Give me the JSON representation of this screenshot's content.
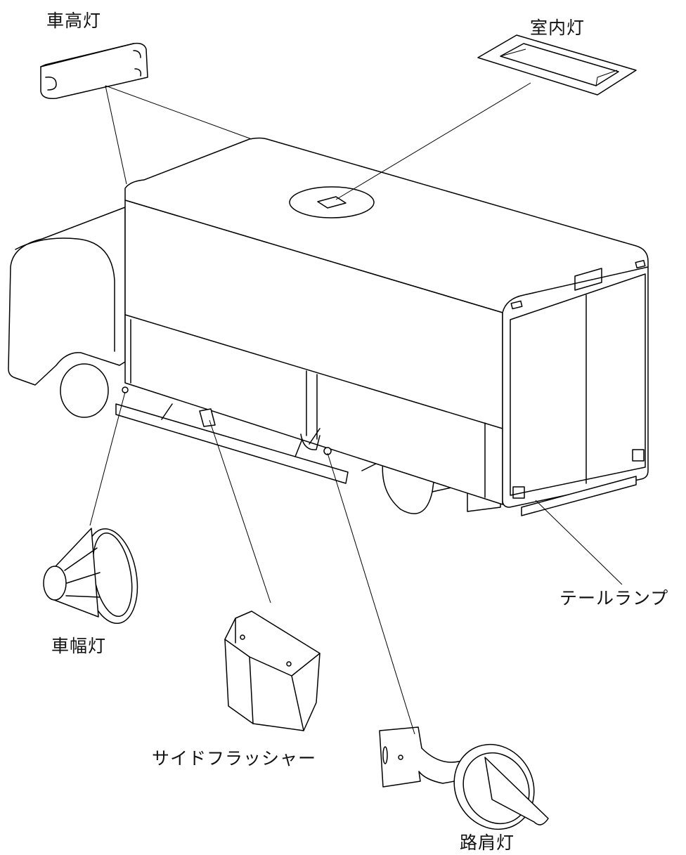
{
  "labels": {
    "roof_marker_lamp": "車高灯",
    "interior_lamp": "室内灯",
    "side_marker_lamp": "車幅灯",
    "side_flasher": "サイドフラッシャー",
    "shoulder_lamp": "路肩灯",
    "tail_lamp": "テールランプ"
  }
}
